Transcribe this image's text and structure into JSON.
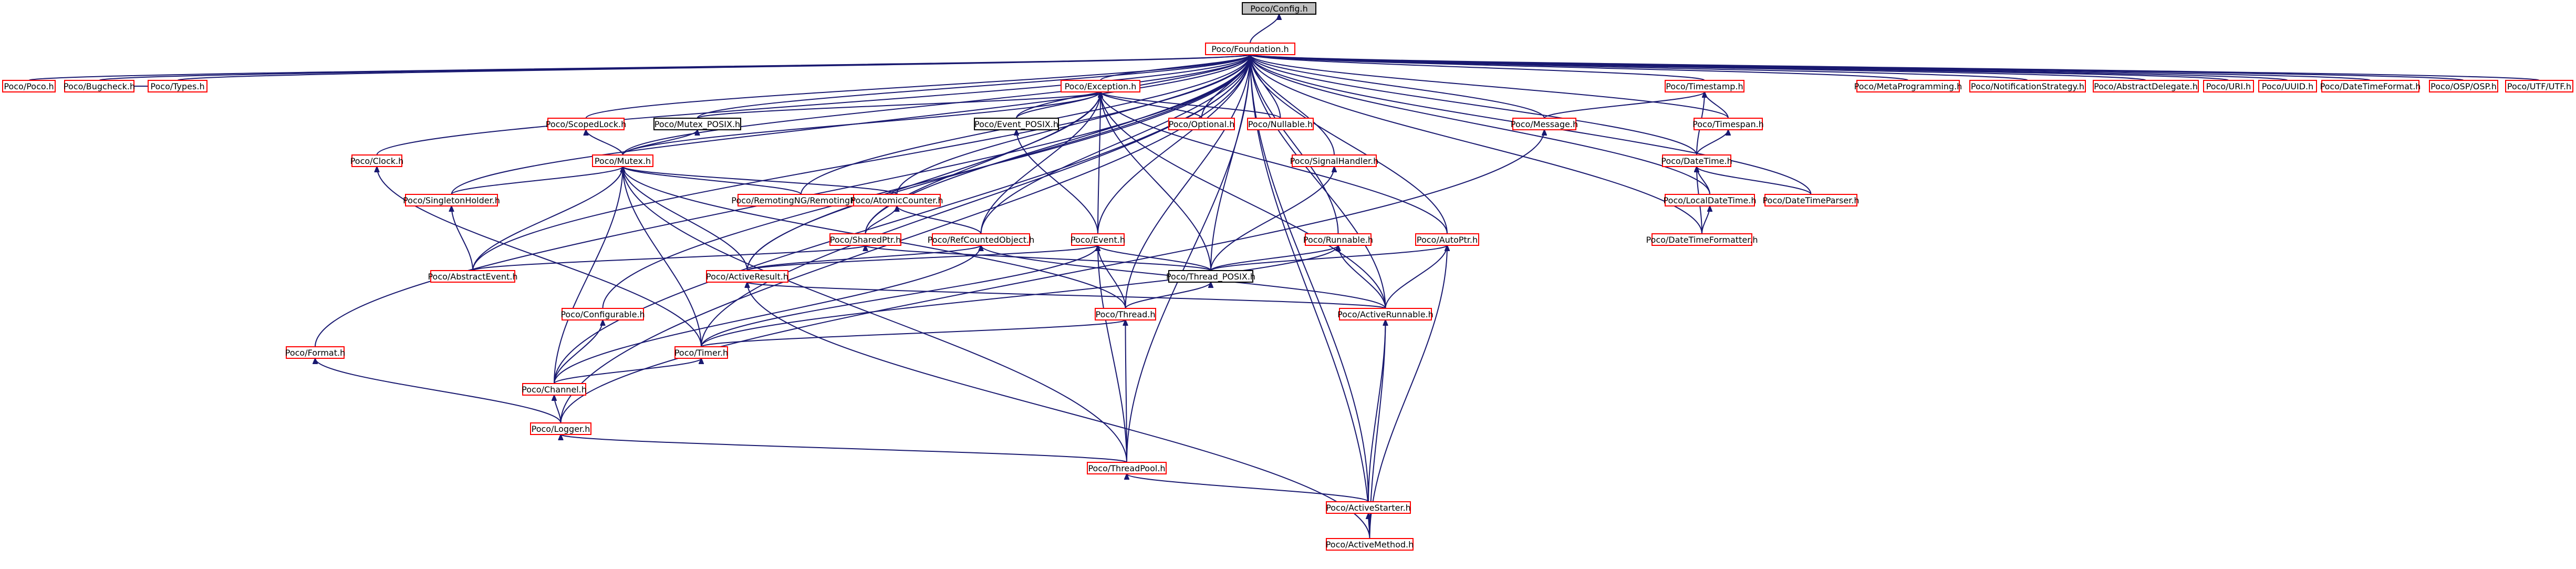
{
  "diagram": {
    "root": "Poco/Config.h",
    "nodes": [
      {
        "id": "config",
        "label": "Poco/Config.h",
        "style": "root"
      },
      {
        "id": "foundation",
        "label": "Poco/Foundation.h",
        "style": "red"
      },
      {
        "id": "poco",
        "label": "Poco/Poco.h",
        "style": "red"
      },
      {
        "id": "bugcheck",
        "label": "Poco/Bugcheck.h",
        "style": "red"
      },
      {
        "id": "types",
        "label": "Poco/Types.h",
        "style": "red"
      },
      {
        "id": "exception",
        "label": "Poco/Exception.h",
        "style": "red"
      },
      {
        "id": "scopedlock",
        "label": "Poco/ScopedLock.h",
        "style": "red"
      },
      {
        "id": "mutexposix",
        "label": "Poco/Mutex_POSIX.h",
        "style": "black"
      },
      {
        "id": "eventposix",
        "label": "Poco/Event_POSIX.h",
        "style": "black"
      },
      {
        "id": "optional",
        "label": "Poco/Optional.h",
        "style": "red"
      },
      {
        "id": "nullable",
        "label": "Poco/Nullable.h",
        "style": "red"
      },
      {
        "id": "timestamp",
        "label": "Poco/Timestamp.h",
        "style": "red"
      },
      {
        "id": "metaprog",
        "label": "Poco/MetaProgramming.h",
        "style": "red"
      },
      {
        "id": "notifstrat",
        "label": "Poco/NotificationStrategy.h",
        "style": "red"
      },
      {
        "id": "absdeleg",
        "label": "Poco/AbstractDelegate.h",
        "style": "red"
      },
      {
        "id": "uri",
        "label": "Poco/URI.h",
        "style": "red"
      },
      {
        "id": "uuid",
        "label": "Poco/UUID.h",
        "style": "red"
      },
      {
        "id": "dtformat",
        "label": "Poco/DateTimeFormat.h",
        "style": "red"
      },
      {
        "id": "oshp",
        "label": "Poco/OSP/OSP.h",
        "style": "red"
      },
      {
        "id": "utf8",
        "label": "Poco/UTF/UTF.h",
        "style": "red"
      },
      {
        "id": "timespan",
        "label": "Poco/Timespan.h",
        "style": "red"
      },
      {
        "id": "message",
        "label": "Poco/Message.h",
        "style": "red"
      },
      {
        "id": "clock",
        "label": "Poco/Clock.h",
        "style": "red"
      },
      {
        "id": "mutex",
        "label": "Poco/Mutex.h",
        "style": "red"
      },
      {
        "id": "signal",
        "label": "Poco/SignalHandler.h",
        "style": "red"
      },
      {
        "id": "datetime",
        "label": "Poco/DateTime.h",
        "style": "red"
      },
      {
        "id": "singleton",
        "label": "Poco/SingletonHolder.h",
        "style": "red"
      },
      {
        "id": "remoting",
        "label": "Poco/RemotingNG/RemotingNG.h",
        "style": "red"
      },
      {
        "id": "atomic",
        "label": "Poco/AtomicCounter.h",
        "style": "red"
      },
      {
        "id": "localdt",
        "label": "Poco/LocalDateTime.h",
        "style": "red"
      },
      {
        "id": "dtparser",
        "label": "Poco/DateTimeParser.h",
        "style": "red"
      },
      {
        "id": "sharedptr",
        "label": "Poco/SharedPtr.h",
        "style": "red"
      },
      {
        "id": "refcounted",
        "label": "Poco/RefCountedObject.h",
        "style": "red"
      },
      {
        "id": "event",
        "label": "Poco/Event.h",
        "style": "red"
      },
      {
        "id": "runnable",
        "label": "Poco/Runnable.h",
        "style": "red"
      },
      {
        "id": "autoptr",
        "label": "Poco/AutoPtr.h",
        "style": "red"
      },
      {
        "id": "dtformatter",
        "label": "Poco/DateTimeFormatter.h",
        "style": "red"
      },
      {
        "id": "absevent",
        "label": "Poco/AbstractEvent.h",
        "style": "red"
      },
      {
        "id": "activeres",
        "label": "Poco/ActiveResult.h",
        "style": "red"
      },
      {
        "id": "threadposix",
        "label": "Poco/Thread_POSIX.h",
        "style": "black"
      },
      {
        "id": "configurable",
        "label": "Poco/Configurable.h",
        "style": "red"
      },
      {
        "id": "thread",
        "label": "Poco/Thread.h",
        "style": "red"
      },
      {
        "id": "activerun",
        "label": "Poco/ActiveRunnable.h",
        "style": "red"
      },
      {
        "id": "format",
        "label": "Poco/Format.h",
        "style": "red"
      },
      {
        "id": "timer",
        "label": "Poco/Timer.h",
        "style": "red"
      },
      {
        "id": "channel",
        "label": "Poco/Channel.h",
        "style": "red"
      },
      {
        "id": "logger",
        "label": "Poco/Logger.h",
        "style": "red"
      },
      {
        "id": "threadpool",
        "label": "Poco/ThreadPool.h",
        "style": "red"
      },
      {
        "id": "activestart",
        "label": "Poco/ActiveStarter.h",
        "style": "red"
      },
      {
        "id": "activemeth",
        "label": "Poco/ActiveMethod.h",
        "style": "red"
      }
    ],
    "edges": [
      [
        "foundation",
        "config"
      ],
      [
        "poco",
        "foundation"
      ],
      [
        "bugcheck",
        "foundation"
      ],
      [
        "types",
        "foundation"
      ],
      [
        "exception",
        "foundation"
      ],
      [
        "scopedlock",
        "foundation"
      ],
      [
        "mutexposix",
        "foundation"
      ],
      [
        "eventposix",
        "foundation"
      ],
      [
        "optional",
        "foundation"
      ],
      [
        "nullable",
        "foundation"
      ],
      [
        "timestamp",
        "foundation"
      ],
      [
        "metaprog",
        "foundation"
      ],
      [
        "notifstrat",
        "foundation"
      ],
      [
        "absdeleg",
        "foundation"
      ],
      [
        "uri",
        "foundation"
      ],
      [
        "uuid",
        "foundation"
      ],
      [
        "dtformat",
        "foundation"
      ],
      [
        "oshp",
        "foundation"
      ],
      [
        "utf8",
        "foundation"
      ],
      [
        "timespan",
        "foundation"
      ],
      [
        "message",
        "foundation"
      ],
      [
        "clock",
        "foundation"
      ],
      [
        "mutex",
        "foundation"
      ],
      [
        "signal",
        "foundation"
      ],
      [
        "datetime",
        "foundation"
      ],
      [
        "singleton",
        "foundation"
      ],
      [
        "remoting",
        "foundation"
      ],
      [
        "atomic",
        "foundation"
      ],
      [
        "localdt",
        "foundation"
      ],
      [
        "dtparser",
        "foundation"
      ],
      [
        "sharedptr",
        "foundation"
      ],
      [
        "refcounted",
        "foundation"
      ],
      [
        "event",
        "foundation"
      ],
      [
        "runnable",
        "foundation"
      ],
      [
        "autoptr",
        "foundation"
      ],
      [
        "dtformatter",
        "foundation"
      ],
      [
        "absevent",
        "foundation"
      ],
      [
        "activeres",
        "foundation"
      ],
      [
        "threadposix",
        "foundation"
      ],
      [
        "configurable",
        "foundation"
      ],
      [
        "thread",
        "foundation"
      ],
      [
        "activerun",
        "foundation"
      ],
      [
        "format",
        "foundation"
      ],
      [
        "timer",
        "foundation"
      ],
      [
        "channel",
        "foundation"
      ],
      [
        "logger",
        "foundation"
      ],
      [
        "threadpool",
        "foundation"
      ],
      [
        "activestart",
        "foundation"
      ],
      [
        "activemeth",
        "foundation"
      ],
      [
        "bugcheck",
        "types"
      ],
      [
        "optional",
        "exception"
      ],
      [
        "nullable",
        "exception"
      ],
      [
        "eventposix",
        "exception"
      ],
      [
        "mutexposix",
        "exception"
      ],
      [
        "mutex",
        "exception"
      ],
      [
        "event",
        "exception"
      ],
      [
        "threadposix",
        "exception"
      ],
      [
        "autoptr",
        "exception"
      ],
      [
        "activerun",
        "exception"
      ],
      [
        "sharedptr",
        "exception"
      ],
      [
        "refcounted",
        "exception"
      ],
      [
        "activeres",
        "exception"
      ],
      [
        "mutex",
        "scopedlock"
      ],
      [
        "mutex",
        "mutexposix"
      ],
      [
        "event",
        "eventposix"
      ],
      [
        "timespan",
        "timestamp"
      ],
      [
        "datetime",
        "timestamp"
      ],
      [
        "message",
        "timestamp"
      ],
      [
        "datetime",
        "timespan"
      ],
      [
        "localdt",
        "datetime"
      ],
      [
        "dtparser",
        "datetime"
      ],
      [
        "dtformatter",
        "datetime"
      ],
      [
        "dtformatter",
        "localdt"
      ],
      [
        "singleton",
        "mutex"
      ],
      [
        "remoting",
        "mutex"
      ],
      [
        "atomic",
        "mutex"
      ],
      [
        "absevent",
        "mutex"
      ],
      [
        "activeres",
        "mutex"
      ],
      [
        "thread",
        "mutex"
      ],
      [
        "timer",
        "mutex"
      ],
      [
        "channel",
        "mutex"
      ],
      [
        "threadpool",
        "mutex"
      ],
      [
        "absevent",
        "singleton"
      ],
      [
        "sharedptr",
        "atomic"
      ],
      [
        "refcounted",
        "atomic"
      ],
      [
        "absevent",
        "sharedptr"
      ],
      [
        "threadposix",
        "sharedptr"
      ],
      [
        "activeres",
        "refcounted"
      ],
      [
        "activerun",
        "refcounted"
      ],
      [
        "channel",
        "refcounted"
      ],
      [
        "activeres",
        "event"
      ],
      [
        "threadposix",
        "event"
      ],
      [
        "thread",
        "event"
      ],
      [
        "timer",
        "event"
      ],
      [
        "threadpool",
        "event"
      ],
      [
        "threadposix",
        "signal"
      ],
      [
        "threadposix",
        "runnable"
      ],
      [
        "activerun",
        "runnable"
      ],
      [
        "timer",
        "runnable"
      ],
      [
        "threadposix",
        "autoptr"
      ],
      [
        "activerun",
        "autoptr"
      ],
      [
        "activemeth",
        "autoptr"
      ],
      [
        "activerun",
        "activeres"
      ],
      [
        "activemeth",
        "activeres"
      ],
      [
        "thread",
        "threadposix"
      ],
      [
        "channel",
        "configurable"
      ],
      [
        "timer",
        "thread"
      ],
      [
        "threadpool",
        "thread"
      ],
      [
        "activestart",
        "activerun"
      ],
      [
        "activemeth",
        "activerun"
      ],
      [
        "channel",
        "timer"
      ],
      [
        "logger",
        "channel"
      ],
      [
        "logger",
        "format"
      ],
      [
        "logger",
        "message"
      ],
      [
        "threadpool",
        "logger"
      ],
      [
        "activestart",
        "threadpool"
      ],
      [
        "activemeth",
        "activestart"
      ],
      [
        "timer",
        "clock"
      ]
    ]
  }
}
